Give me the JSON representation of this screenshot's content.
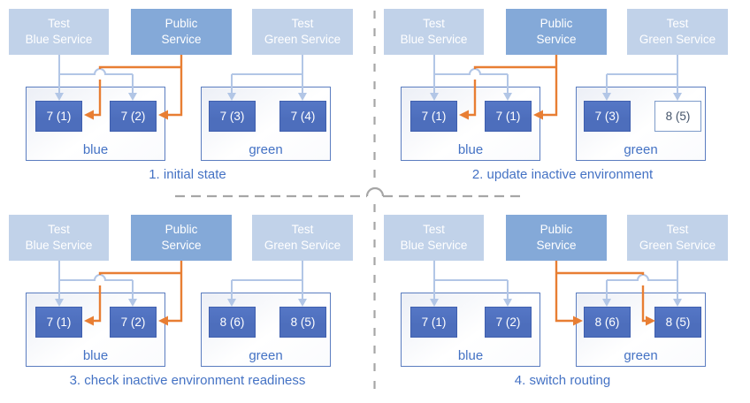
{
  "colors": {
    "service_light_fill": "#c1d2e9",
    "public_fill": "#84a9d8",
    "service_text": "#ffffff",
    "pod_fill": "#4d6ebc",
    "pod_border": "#3f5fae",
    "pod_text": "#ffffff",
    "pod_outlined_fill": "#ffffff",
    "pod_outlined_border": "#7d9bc9",
    "pod_outlined_text": "#44546a",
    "env_border": "#5b7dc0",
    "env_label": "#4472c4",
    "caption_text": "#4472c4",
    "connector_light": "#b2c6e6",
    "connector_orange": "#e87e33",
    "divider_gray": "#a6a6a6"
  },
  "services": {
    "test_blue": {
      "line1": "Test",
      "line2": "Blue Service"
    },
    "public": {
      "line1": "Public",
      "line2": "Service"
    },
    "test_green": {
      "line1": "Test",
      "line2": "Green Service"
    }
  },
  "panels": [
    {
      "caption": "1. initial state",
      "blue_label": "blue",
      "green_label": "green",
      "public_route": "blue",
      "blue_pods": [
        {
          "label": "7 (1)",
          "filled": true
        },
        {
          "label": "7 (2)",
          "filled": true
        }
      ],
      "green_pods": [
        {
          "label": "7 (3)",
          "filled": true
        },
        {
          "label": "7 (4)",
          "filled": true
        }
      ]
    },
    {
      "caption": "2. update inactive environment",
      "blue_label": "blue",
      "green_label": "green",
      "public_route": "blue",
      "blue_pods": [
        {
          "label": "7 (1)",
          "filled": true
        },
        {
          "label": "7 (1)",
          "filled": true
        }
      ],
      "green_pods": [
        {
          "label": "7 (3)",
          "filled": true
        },
        {
          "label": "8 (5)",
          "filled": false
        }
      ]
    },
    {
      "caption": "3. check inactive environment readiness",
      "blue_label": "blue",
      "green_label": "green",
      "public_route": "blue",
      "blue_pods": [
        {
          "label": "7 (1)",
          "filled": true
        },
        {
          "label": "7 (2)",
          "filled": true
        }
      ],
      "green_pods": [
        {
          "label": "8 (6)",
          "filled": true
        },
        {
          "label": "8 (5)",
          "filled": true
        }
      ]
    },
    {
      "caption": "4. switch routing",
      "blue_label": "blue",
      "green_label": "green",
      "public_route": "green",
      "blue_pods": [
        {
          "label": "7 (1)",
          "filled": true
        },
        {
          "label": "7 (2)",
          "filled": true
        }
      ],
      "green_pods": [
        {
          "label": "8 (6)",
          "filled": true
        },
        {
          "label": "8 (5)",
          "filled": true
        }
      ]
    }
  ]
}
